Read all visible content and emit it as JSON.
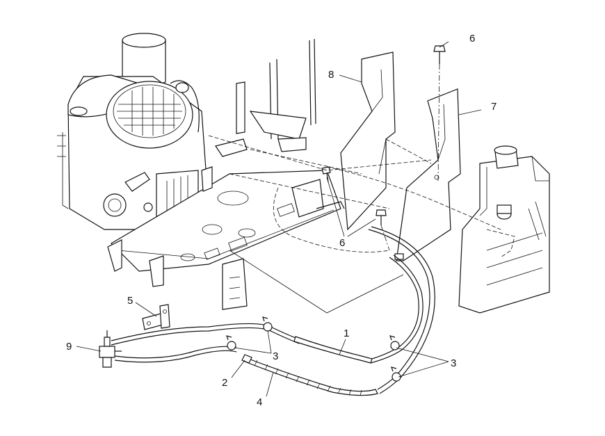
{
  "callouts": [
    {
      "id": "c1",
      "label": "1"
    },
    {
      "id": "c2",
      "label": "2"
    },
    {
      "id": "c3a",
      "label": "3"
    },
    {
      "id": "c3b",
      "label": "3"
    },
    {
      "id": "c4",
      "label": "4"
    },
    {
      "id": "c5",
      "label": "5"
    },
    {
      "id": "c6a",
      "label": "6"
    },
    {
      "id": "c6b",
      "label": "6"
    },
    {
      "id": "c7",
      "label": "7"
    },
    {
      "id": "c8",
      "label": "8"
    },
    {
      "id": "c9",
      "label": "9"
    }
  ]
}
